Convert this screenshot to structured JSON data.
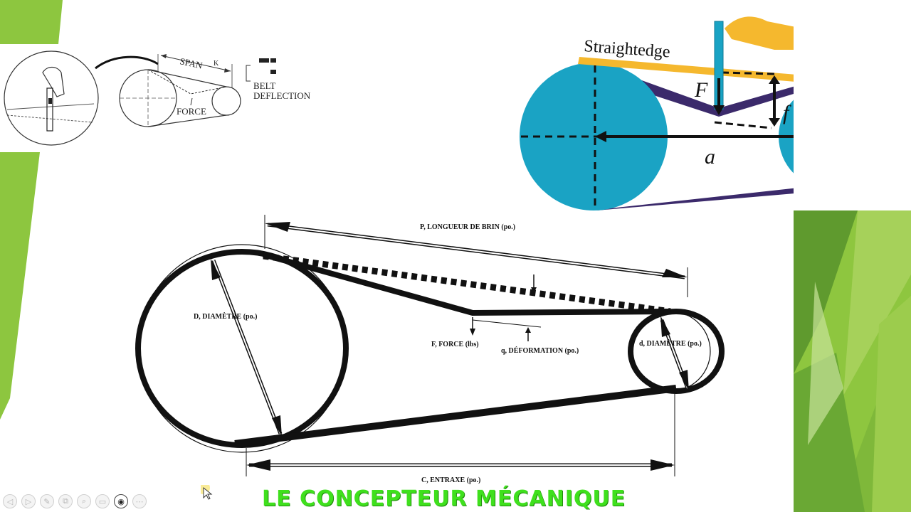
{
  "slide": {
    "footer_title": "LE CONCEPTEUR MÉCANIQUE"
  },
  "diagram_small": {
    "span_label": "SPAN",
    "k_label": "K",
    "force_label": "FORCE",
    "belt_deflection_line1": "BELT",
    "belt_deflection_line2": "DEFLECTION"
  },
  "diagram_straightedge": {
    "straightedge_label": "Straightedge",
    "force_symbol": "F",
    "deflection_symbol": "f",
    "distance_symbol": "a"
  },
  "diagram_main": {
    "span_label": "P, LONGUEUR DE BRIN (po.)",
    "large_diameter_label": "D, DIAMÈTRE (po.)",
    "small_diameter_label": "d, DIAMÈTRE (po.)",
    "force_label": "F, FORCE (lbs)",
    "deflection_label": "q, DÉFORMATION (po.)",
    "center_distance_label": "C, ENTRAXE (po.)"
  },
  "toolbar": {
    "buttons": [
      {
        "name": "previous-slide-icon",
        "glyph": "◁"
      },
      {
        "name": "next-slide-icon",
        "glyph": "▷"
      },
      {
        "name": "pen-icon",
        "glyph": "✎"
      },
      {
        "name": "slides-grid-icon",
        "glyph": "⧉"
      },
      {
        "name": "zoom-icon",
        "glyph": "⌕"
      },
      {
        "name": "subtitles-icon",
        "glyph": "▭"
      },
      {
        "name": "camera-icon",
        "glyph": "◉"
      },
      {
        "name": "more-options-icon",
        "glyph": "⋯"
      }
    ]
  },
  "colors": {
    "accent_green": "#8dc63f",
    "pulley_blue": "#1aa3c4",
    "straightedge_yellow": "#f5b82e",
    "belt_purple": "#3b2a6b",
    "title_green": "#3fe01d"
  }
}
